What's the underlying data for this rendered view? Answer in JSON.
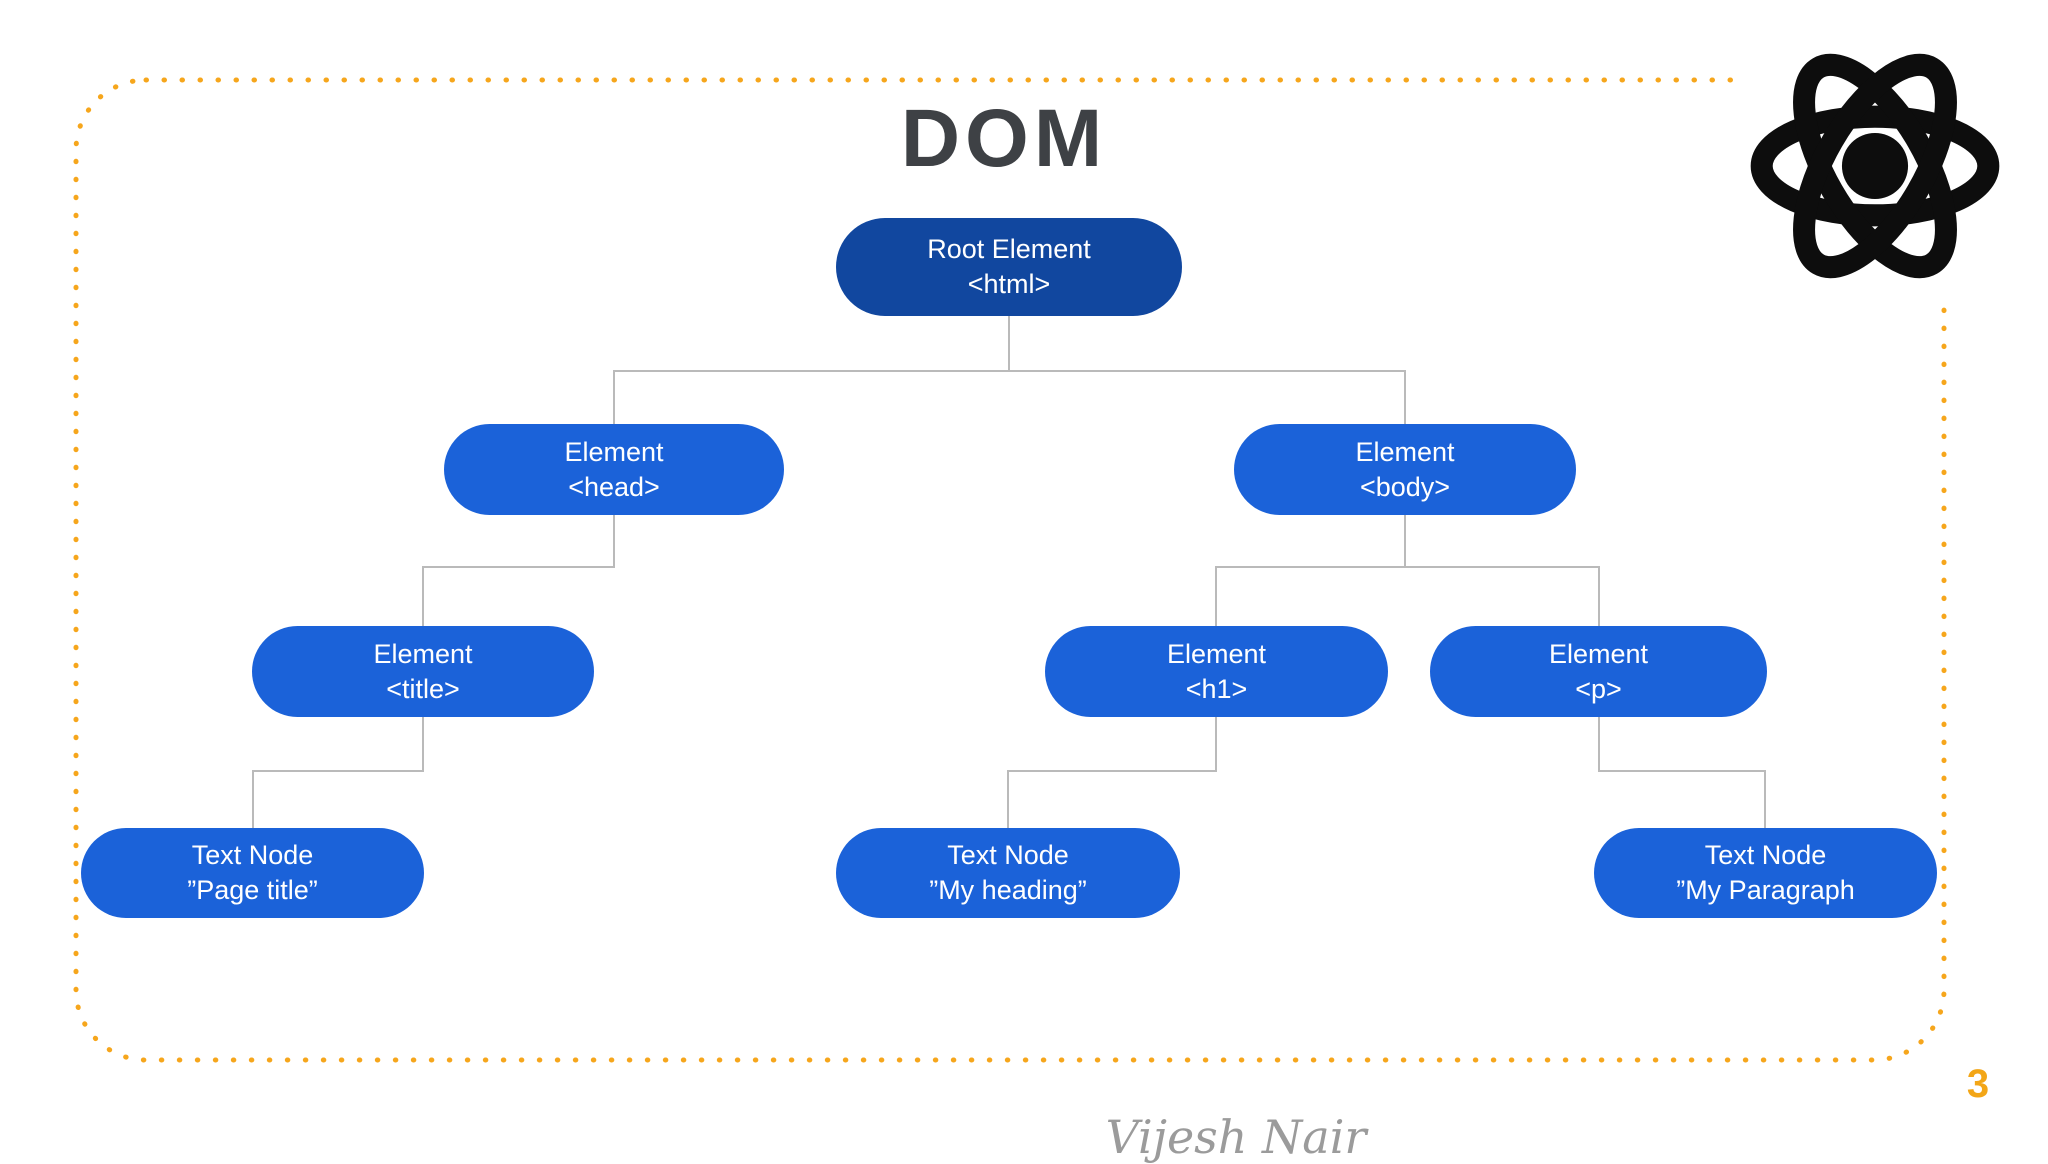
{
  "page": {
    "title": "DOM",
    "page_number": "3",
    "signature": "Vijesh Nair"
  },
  "icons": {
    "react_logo": "react-atom-icon"
  },
  "colors": {
    "root_node_fill": "#11479F",
    "element_node_fill": "#1B62D9",
    "node_text": "#FFFFFF",
    "connector": "#BABABA",
    "dotted_border": "#F6A61C",
    "page_number": "#F3A617",
    "title_text": "#3E4145",
    "logo": "#0D0D0D",
    "signature_text": "#9B9B9B"
  },
  "tree": {
    "nodes": [
      {
        "id": "html",
        "label": "Root Element",
        "tag": "<html>"
      },
      {
        "id": "head",
        "label": "Element",
        "tag": "<head>"
      },
      {
        "id": "body",
        "label": "Element",
        "tag": "<body>"
      },
      {
        "id": "title",
        "label": "Element",
        "tag": "<title>"
      },
      {
        "id": "h1",
        "label": "Element",
        "tag": "<h1>"
      },
      {
        "id": "p",
        "label": "Element",
        "tag": "<p>"
      },
      {
        "id": "tn-title",
        "label": "Text Node",
        "tag": "”Page title”"
      },
      {
        "id": "tn-h1",
        "label": "Text Node",
        "tag": "”My heading”"
      },
      {
        "id": "tn-p",
        "label": "Text Node",
        "tag": "”My Paragraph"
      }
    ]
  }
}
